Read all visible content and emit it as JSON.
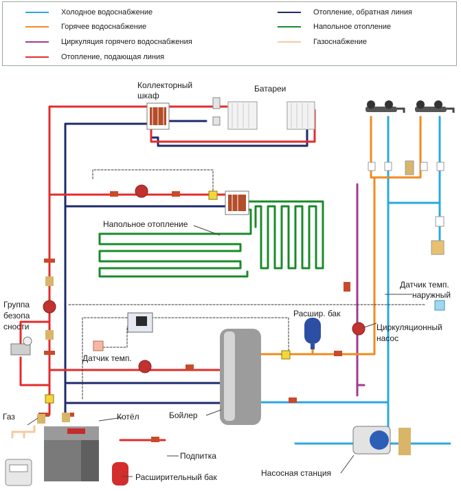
{
  "legend": {
    "items": [
      {
        "label": "Холодное водоснабжение",
        "color": "#2aa7e0"
      },
      {
        "label": "Горячее водоснабжение",
        "color": "#f08a1e"
      },
      {
        "label": "Циркуляция горячего водоснабжения",
        "color": "#a23a8e"
      },
      {
        "label": "Отопление, подающая линия",
        "color": "#e32b2b"
      },
      {
        "label": "Отопление, обратная линия",
        "color": "#1d2a6b"
      },
      {
        "label": "Напольное отопление",
        "color": "#198a2a"
      },
      {
        "label": "Газоснабжение",
        "color": "#f6c9a0"
      }
    ]
  },
  "labels": {
    "collector_1": "Коллекторный",
    "collector_2": "шкаф",
    "radiators": "Батареи",
    "floor_heating": "Напольное отопление",
    "outdoor_sensor_1": "Датчик темп.",
    "outdoor_sensor_2": "наружный",
    "safety_1": "Группа",
    "safety_2": "безопа",
    "safety_3": "сности",
    "exp_tank_small": "Расшир. бак",
    "circ_pump_1": "Циркуляционный",
    "circ_pump_2": "насос",
    "temp_sensor": "Датчик темп.",
    "boiler_tank": "Бойлер",
    "heater": "Котёл",
    "gas": "Газ",
    "makeup": "Подпитка",
    "exp_tank_big": "Расширительный бак",
    "pump_station": "Насосная станция"
  }
}
